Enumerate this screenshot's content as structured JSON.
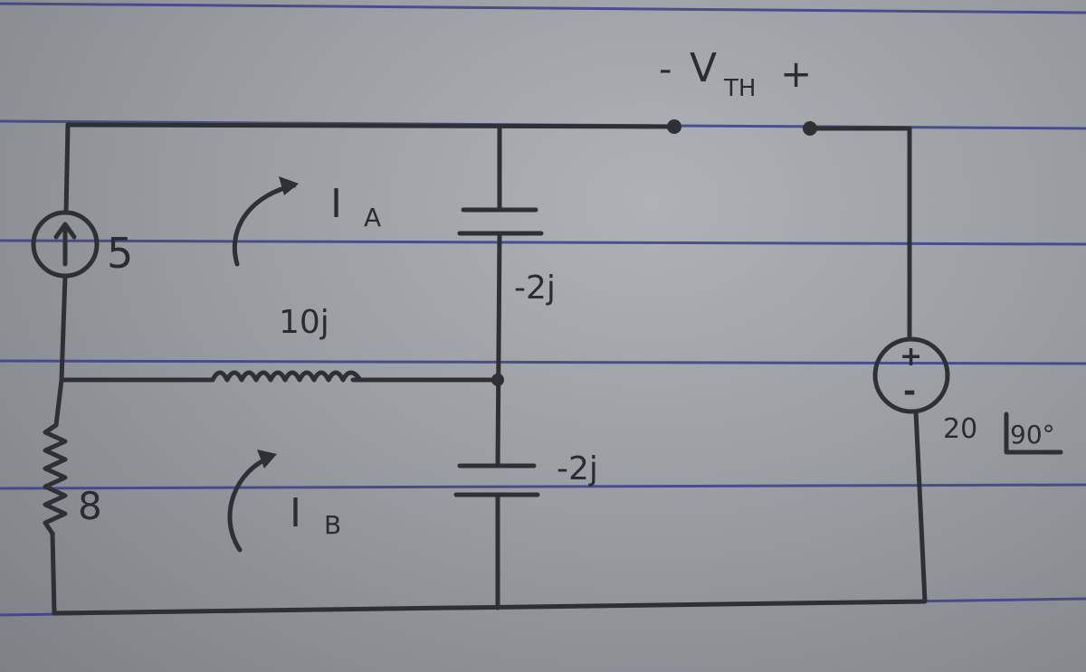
{
  "diagram": {
    "vth_label": {
      "minus": "-",
      "main": "V",
      "sub": "TH",
      "plus": "+"
    },
    "current_source": {
      "value": "5"
    },
    "mesh_a": {
      "main": "I",
      "sub": "A"
    },
    "mesh_b": {
      "main": "I",
      "sub": "B"
    },
    "inductor": {
      "value": "10j"
    },
    "capacitor_top": {
      "value": "-2j"
    },
    "capacitor_bottom": {
      "value": "-2j"
    },
    "resistor": {
      "value": "8"
    },
    "voltage_source": {
      "value": "20",
      "angle": "90°",
      "plus": "+",
      "minus": "-"
    }
  },
  "colors": {
    "ink": "#2e3033",
    "rule": "#3b3f8a",
    "paper": "#9a9ea3"
  }
}
